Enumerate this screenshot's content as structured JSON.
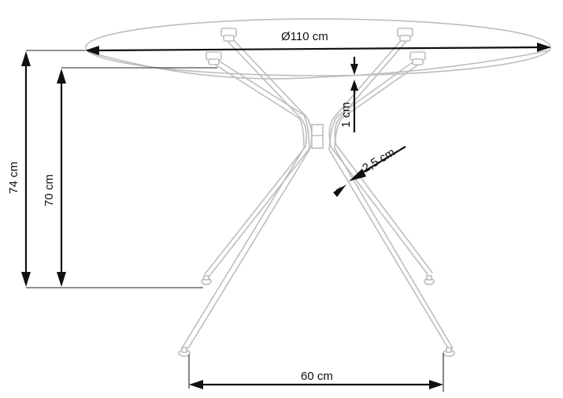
{
  "diagram": {
    "subject": "Round glass table with metal leg frame — dimension drawing",
    "colors": {
      "outline": "#bdbdbd",
      "dimension_line": "#111111",
      "background": "#ffffff"
    },
    "dimensions": {
      "tabletop_diameter": {
        "label": "Ø110 cm",
        "value": 110,
        "unit": "cm"
      },
      "total_height": {
        "label": "74 cm",
        "value": 74,
        "unit": "cm"
      },
      "frame_height": {
        "label": "70 cm",
        "value": 70,
        "unit": "cm"
      },
      "glass_thickness": {
        "label": "1 cm",
        "value": 1,
        "unit": "cm"
      },
      "leg_tube_diameter": {
        "label": "2,5 cm",
        "value": 2.5,
        "unit": "cm"
      },
      "leg_spread": {
        "label": "60 cm",
        "value": 60,
        "unit": "cm"
      }
    },
    "parts": [
      "glass-tabletop",
      "glass-support-cups",
      "central-hub",
      "four-legs",
      "leg-feet"
    ]
  }
}
